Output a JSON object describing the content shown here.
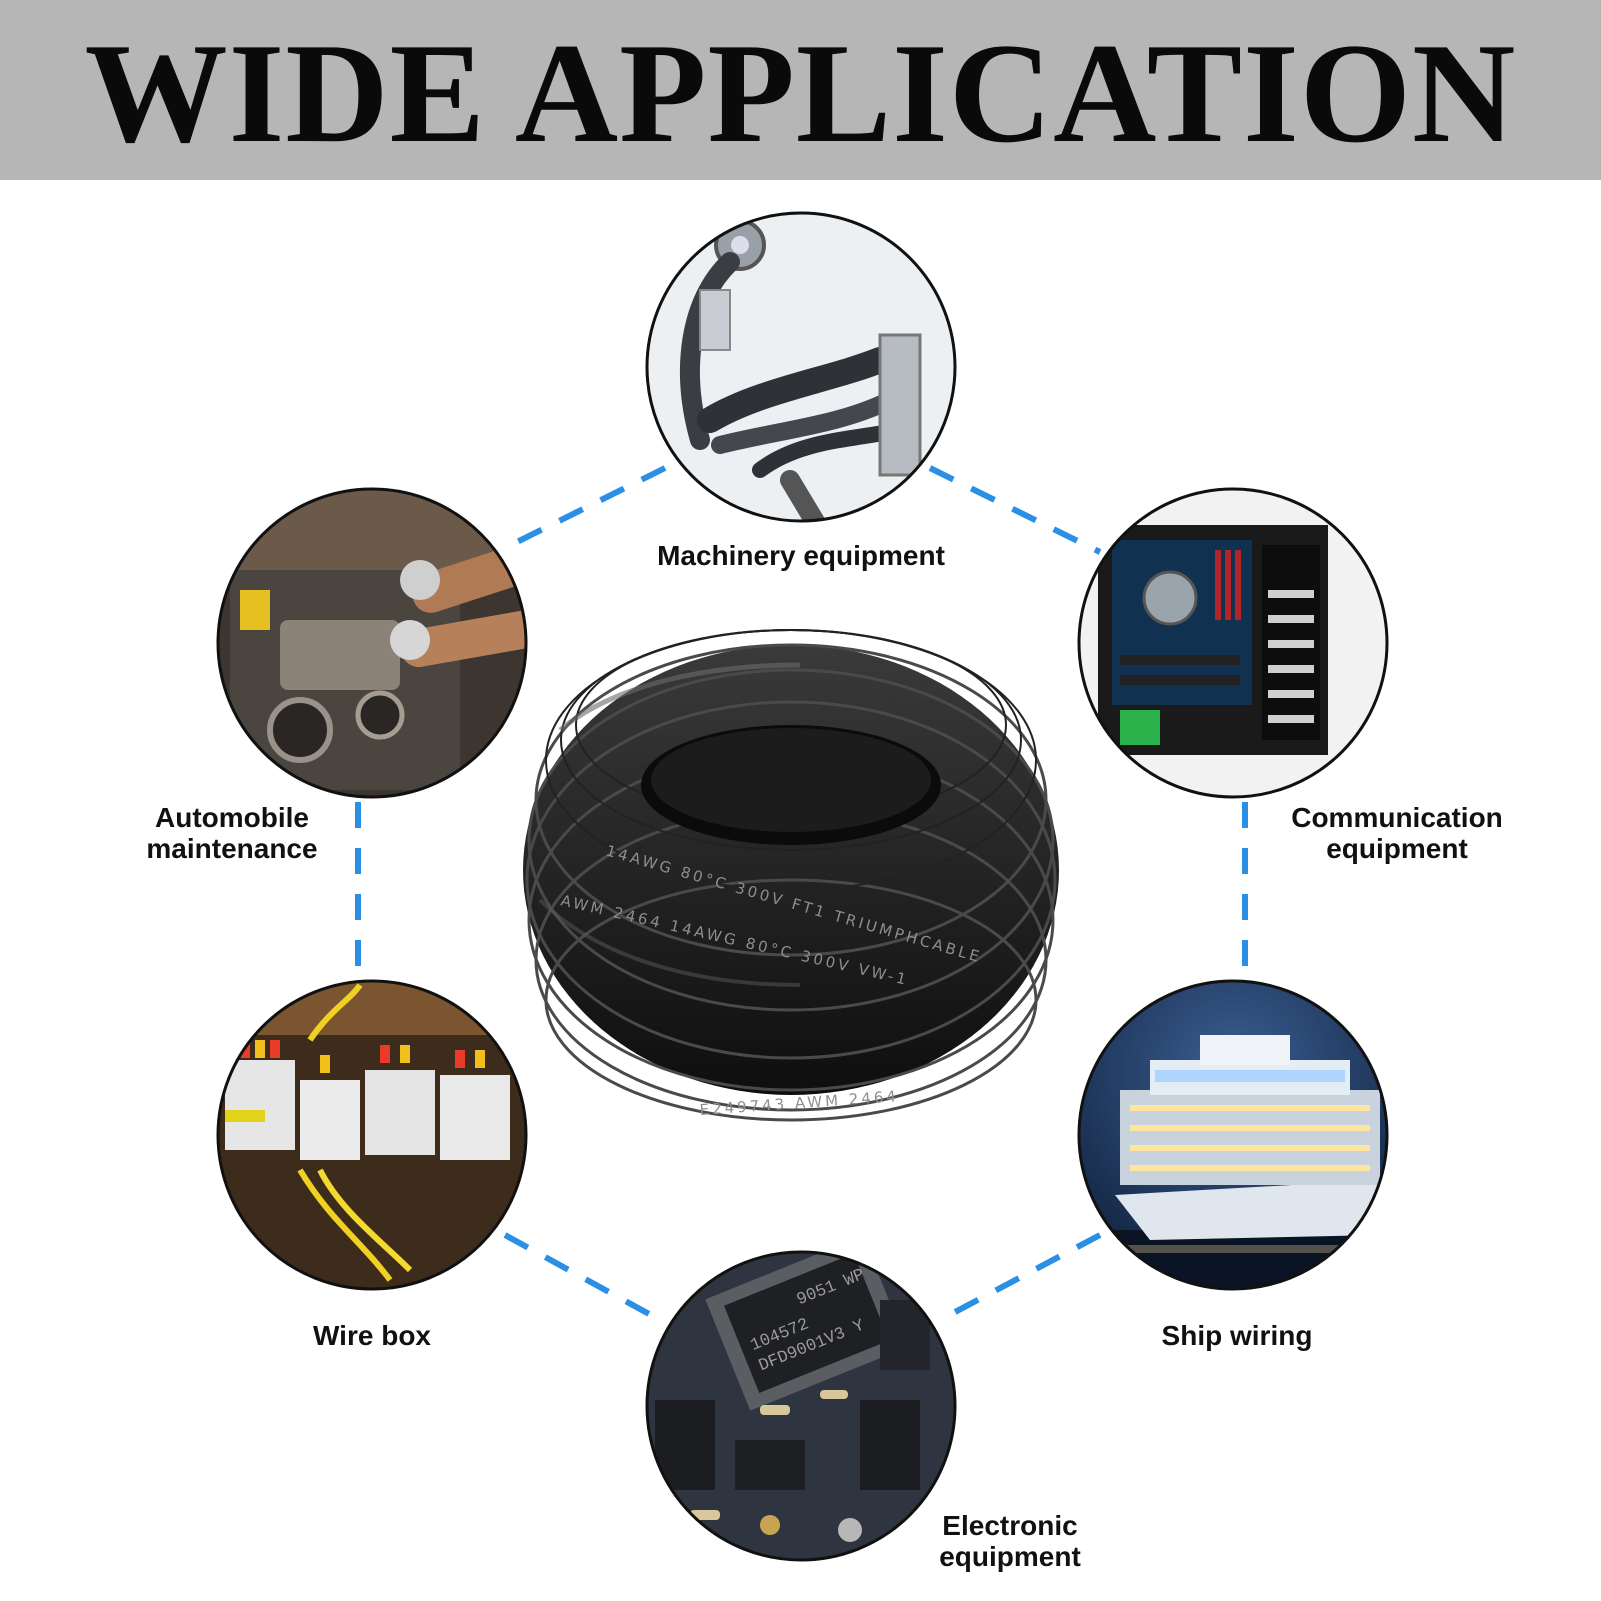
{
  "header": {
    "title": "WIDE APPLICATION"
  },
  "cable": {
    "print_top": "14AWG 80°C 300V FT1 TRIUMPHCABLE",
    "print_mid": "AWM 2464 14AWG 80°C 300V VW-1",
    "print_low": "E249743 AWM 2464"
  },
  "applications": [
    {
      "lines": [
        "Machinery equipment"
      ]
    },
    {
      "lines": [
        "Automobile",
        "maintenance"
      ]
    },
    {
      "lines": [
        "Communication",
        "equipment"
      ]
    },
    {
      "lines": [
        "Wire box"
      ]
    },
    {
      "lines": [
        "Ship wiring"
      ]
    },
    {
      "lines": [
        "Electronic",
        "equipment"
      ]
    }
  ],
  "chip_marking": {
    "line1": "9051 WP",
    "line2": "104572",
    "line3": "DFD9001V3 Y"
  },
  "colors": {
    "banner": "#b6b6b6",
    "connector": "#2b8fe6",
    "text": "#111111"
  }
}
